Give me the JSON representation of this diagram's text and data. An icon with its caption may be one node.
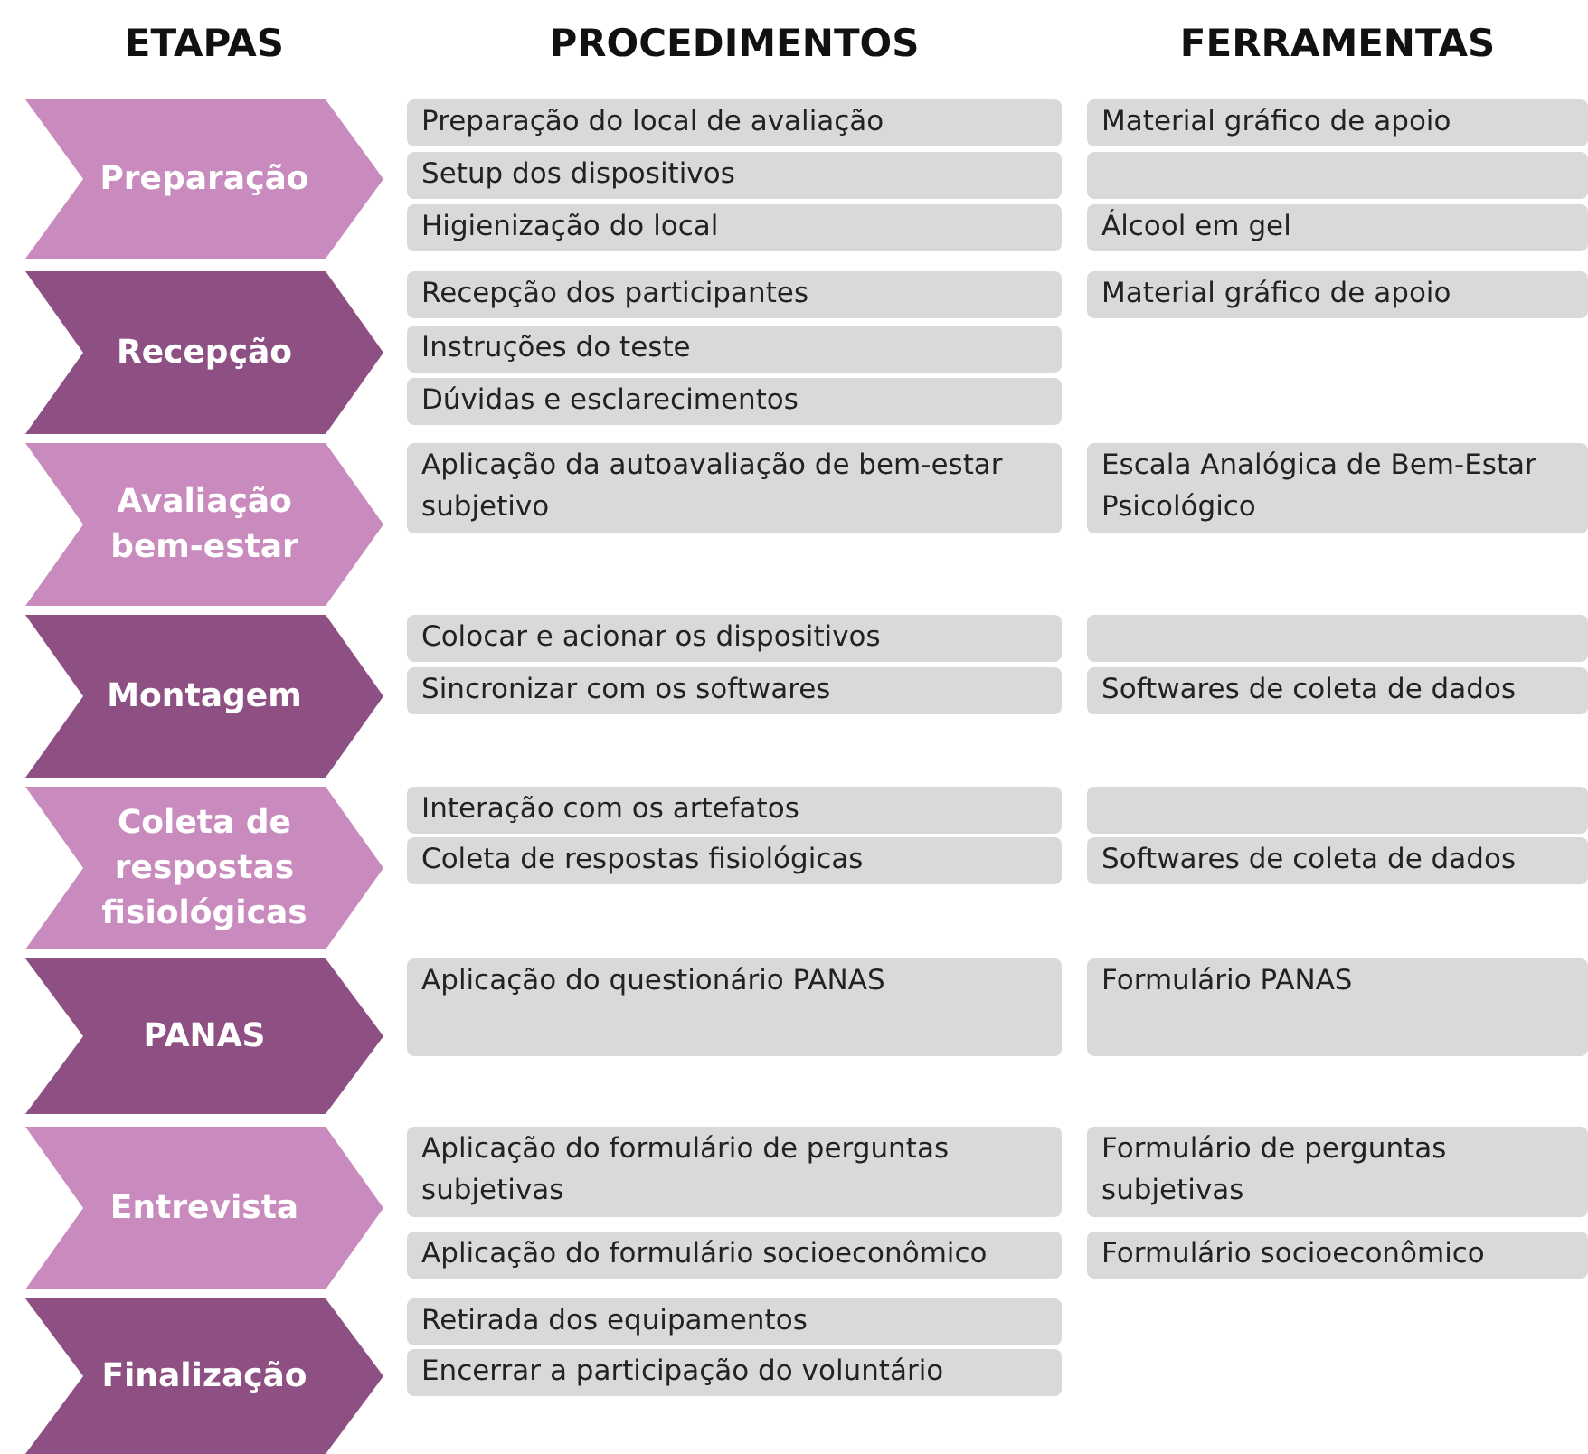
{
  "diagram": {
    "nodes": [
      {
        "text": [
          "Preparação"
        ]
      },
      {
        "text": [
          "Preparação do local de avaliação"
        ]
      },
      {
        "text": [
          "Setup dos dispositivos"
        ]
      },
      {
        "text": [
          "Higienização do local"
        ]
      },
      {
        "text": [
          "Material gráfico de apoio"
        ]
      },
      {
        "text": [],
        "shape": "box"
      },
      {
        "text": [
          "Álcool em gel"
        ]
      },
      {
        "text": [
          "Recepção"
        ]
      },
      {
        "text": [
          "Recepção dos participantes"
        ]
      },
      {
        "text": [
          "Instruções do teste"
        ]
      },
      {
        "text": [
          "Dúvidas e esclarecimentos"
        ]
      },
      {
        "text": [
          "Material gráfico de apoio"
        ]
      },
      {
        "text": [
          "Avaliação bem-estar"
        ]
      },
      {
        "text": [
          "Aplicação da autoavaliação de bem-estar subjetivo"
        ]
      },
      {
        "text": [
          "Escala Analógica de Bem-Estar Psicológico"
        ]
      },
      {
        "text": [
          "Montagem"
        ]
      },
      {
        "text": [
          "Colocar e acionar os dispositivos"
        ]
      },
      {
        "text": [
          "Sincronizar com os softwares"
        ]
      },
      {
        "text": [],
        "shape": "box"
      },
      {
        "text": [
          "Softwares de coleta de dados"
        ]
      },
      {
        "text": [
          "Coleta de respostas fisiológicas"
        ]
      },
      {
        "text": [
          "Interação com os artefatos"
        ]
      },
      {
        "text": [
          "Coleta de respostas fisiológicas"
        ]
      },
      {
        "text": [],
        "shape": "box"
      },
      {
        "text": [
          "Softwares de coleta de dados"
        ]
      },
      {
        "text": [
          "PANAS"
        ]
      },
      {
        "text": [
          "Aplicação do questionário PANAS"
        ]
      },
      {
        "text": [
          "Formulário PANAS"
        ]
      },
      {
        "text": [
          "Entrevista"
        ]
      },
      {
        "text": [
          "Aplicação do formulário de perguntas subjetivas"
        ]
      },
      {
        "text": [
          "Aplicação do formulário socioeconômico"
        ]
      },
      {
        "text": [
          "Formulário de perguntas subjetivas"
        ]
      },
      {
        "text": [
          "Formulário socioeconômico"
        ]
      },
      {
        "text": [
          "Finalização"
        ]
      },
      {
        "text": [
          "Retirada dos equipamentos"
        ]
      },
      {
        "text": [
          "Encerrar a participação do voluntário"
        ]
      }
    ],
    "labels": [
      "ETAPAS",
      "PROCEDIMENTOS",
      "FERRAMENTAS"
    ]
  }
}
